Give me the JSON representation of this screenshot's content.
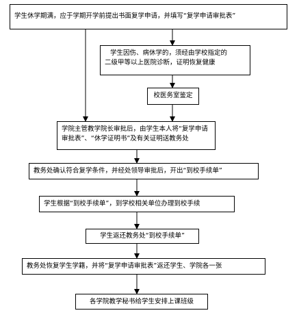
{
  "flow": {
    "step1": [
      "学生休学期满，应于学期开学前提出书面复学申请，并填写“复学申请审批表”"
    ],
    "step2": [
      "学生因伤、病休学的，须经由学校指定的",
      "二级甲等以上医院诊断，证明恢复健康"
    ],
    "step3": [
      "校医务室鉴定"
    ],
    "step4": [
      "学院主管教学院长审批后，由学生本人将“复学申请",
      "审批表”、“休学证明书”及有关证明送教务处"
    ],
    "step5": [
      "教务处确认符合复学条件，并经处领导审批后，开出“到校手续单”"
    ],
    "step6": [
      "学生根据“到校手续单”，到学校相关单位办理到校手续"
    ],
    "step7": [
      "学生返还教务处“到校手续单”"
    ],
    "step8": [
      "教务处恢复学生学籍，并将“复学申请审批表”返还学生、学院各一张"
    ],
    "step9": [
      "各学院教学秘书给学生安排上课班级"
    ]
  }
}
